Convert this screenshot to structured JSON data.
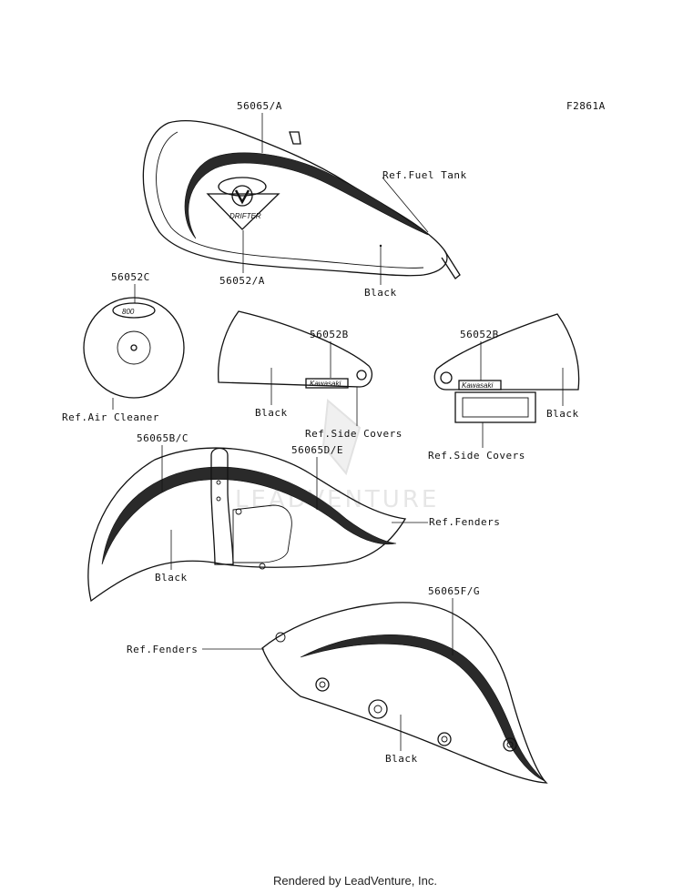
{
  "figure_code": "F2861A",
  "watermark": "LEADVENTURE",
  "credit": "Rendered by LeadVenture, Inc.",
  "emblem_text": "DRIFTER",
  "air_cleaner_badge": "800",
  "side_cover_badge": "Kawasaki",
  "labels": {
    "tank_stripe": "56065/A",
    "tank_emblem": "56052/A",
    "ref_fuel_tank": "Ref.Fuel Tank",
    "tank_black": "Black",
    "air_cleaner_part": "56052C",
    "ref_air_cleaner": "Ref.Air Cleaner",
    "left_cover_part": "56052B",
    "left_cover_black": "Black",
    "ref_side_covers_left": "Ref.Side Covers",
    "right_cover_part": "56052B",
    "right_cover_black": "Black",
    "ref_side_covers_right": "Ref.Side Covers",
    "front_fender_stripe": "56065B/C",
    "front_fender_stripe2": "56065D/E",
    "ref_fenders_front": "Ref.Fenders",
    "front_fender_black": "Black",
    "rear_fender_stripe": "56065F/G",
    "ref_fenders_rear": "Ref.Fenders",
    "rear_fender_black": "Black"
  }
}
